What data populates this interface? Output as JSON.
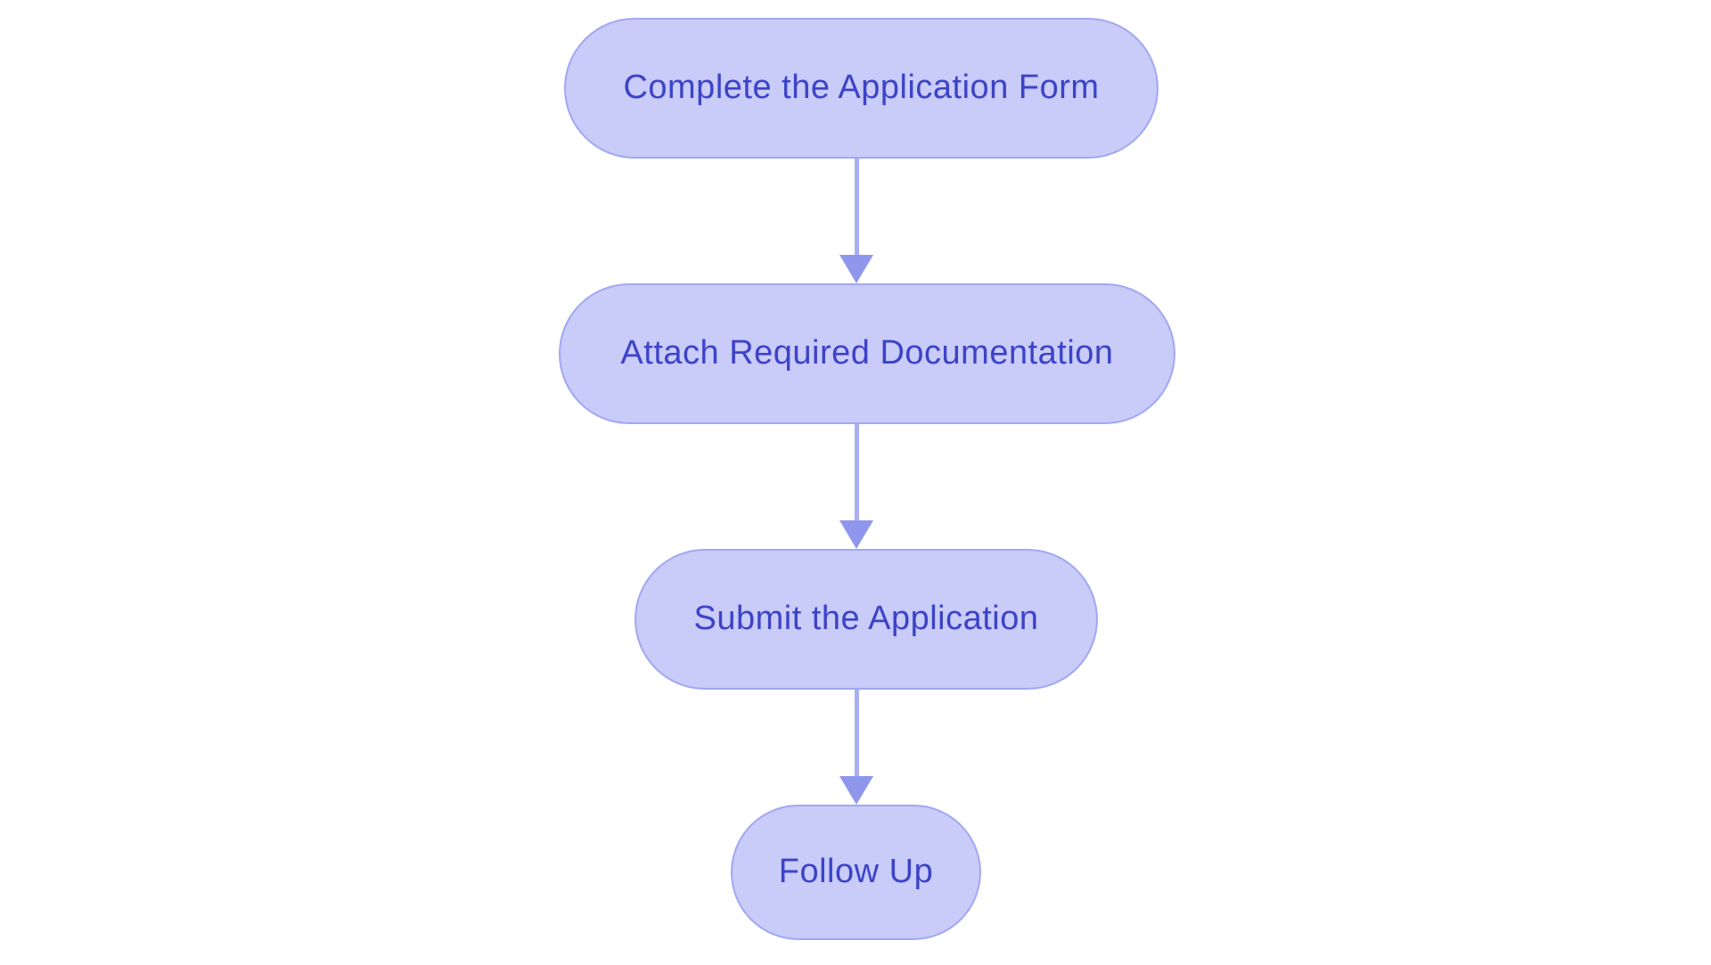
{
  "diagram": {
    "type": "flowchart",
    "direction": "top-down",
    "nodes": [
      {
        "id": "step-1",
        "label": "Complete the Application Form"
      },
      {
        "id": "step-2",
        "label": "Attach Required Documentation"
      },
      {
        "id": "step-3",
        "label": "Submit the Application"
      },
      {
        "id": "step-4",
        "label": "Follow Up"
      }
    ],
    "edges": [
      {
        "from": "step-1",
        "to": "step-2"
      },
      {
        "from": "step-2",
        "to": "step-3"
      },
      {
        "from": "step-3",
        "to": "step-4"
      }
    ],
    "colors": {
      "canvas-bg": "#ffffff",
      "node-fill": "#c9cbf8",
      "node-border": "#a1a8f2",
      "node-text": "#3c43c7",
      "arrow-shaft": "#a9aef4",
      "arrow-head": "#8f97ed"
    }
  }
}
